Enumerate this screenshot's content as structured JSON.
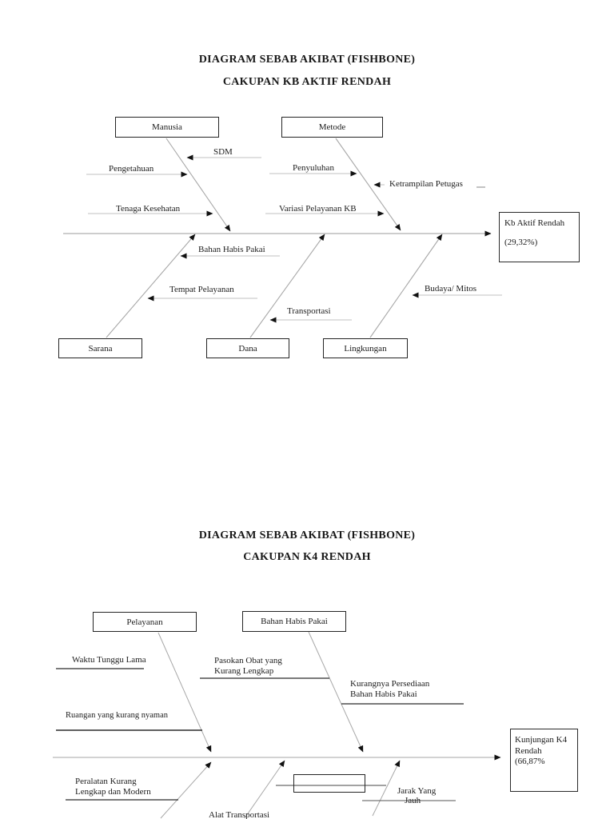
{
  "document": {
    "diagram1": {
      "title": "DIAGRAM SEBAB AKIBAT (FISHBONE)",
      "subtitle": "CAKUPAN KB AKTIF RENDAH",
      "effect": {
        "line1": "Kb Aktif Rendah",
        "line2": "(29,32%)"
      },
      "categories": {
        "manusia": "Manusia",
        "metode": "Metode",
        "sarana": "Sarana",
        "dana": "Dana",
        "lingkungan": "Lingkungan"
      },
      "causes": {
        "sdm": "SDM",
        "pengetahuan": "Pengetahuan",
        "tenaga_kesehatan": "Tenaga Kesehatan",
        "penyuluhan": "Penyuluhan",
        "ketrampilan_petugas": "Ketrampilan Petugas",
        "variasi_pelayanan_kb": "Variasi Pelayanan KB",
        "bahan_habis_pakai": "Bahan Habis Pakai",
        "tempat_pelayanan": "Tempat Pelayanan",
        "transportasi": "Transportasi",
        "budaya_mitos": "Budaya/ Mitos"
      }
    },
    "diagram2": {
      "title": "DIAGRAM SEBAB AKIBAT (FISHBONE)",
      "subtitle": "CAKUPAN K4 RENDAH",
      "effect": {
        "line1": "Kunjungan K4",
        "line2": "Rendah",
        "line3": "(66,87%"
      },
      "categories": {
        "pelayanan": "Pelayanan",
        "bahan_habis_pakai": "Bahan Habis Pakai"
      },
      "causes": {
        "waktu_tunggu_lama": "Waktu Tunggu Lama",
        "pasokan_line1": "Pasokan Obat yang",
        "pasokan_line2": "Kurang Lengkap",
        "kurangnya_line1": "Kurangnya Persediaan",
        "kurangnya_line2": "Bahan Habis Pakai",
        "ruangan": "Ruangan yang kurang nyaman",
        "peralatan_line1": "Peralatan Kurang",
        "peralatan_line2": "Lengkap dan Modern",
        "alat_transportasi": "Alat Transportasi",
        "jarak_line1": "Jarak Yang",
        "jarak_line2": "Jauh"
      }
    },
    "colors": {
      "spine_gray": "#c6c6c6",
      "bone_gray": "#a8a8a8",
      "branch_gray": "#c2c2c2",
      "underline_ink": "#2a2a2a",
      "arrow_black": "#111111"
    }
  }
}
